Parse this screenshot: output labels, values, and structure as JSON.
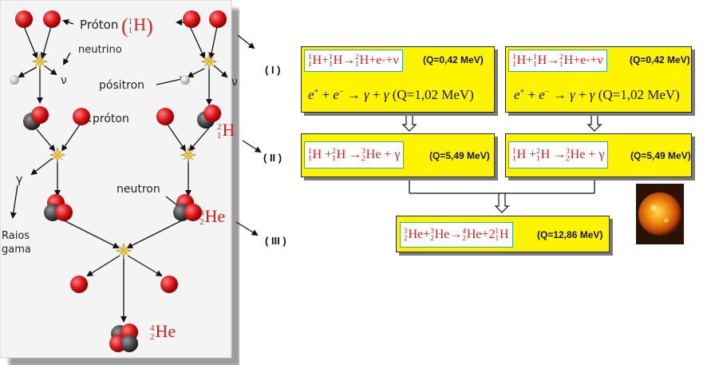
{
  "left": {
    "proton_label": "Próton",
    "neutrino_label": "neutrino",
    "nu_symbol": "ν",
    "positron_label": "pósitron",
    "proton_label_lower": "próton",
    "neutron_label": "neutron",
    "gamma_symbol": "γ",
    "gamma_rays_line1": "Raios",
    "gamma_rays_line2": "gama",
    "iso_h1": {
      "mass": "1",
      "z": "1",
      "sym": "H"
    },
    "iso_h2": {
      "mass": "2",
      "z": "1",
      "sym": "H"
    },
    "iso_he3": {
      "mass": "3",
      "z": "2",
      "sym": "He"
    },
    "iso_he4": {
      "mass": "4",
      "z": "2",
      "sym": "He"
    }
  },
  "stages": [
    "( I )",
    "( II )",
    "( III )"
  ],
  "right": {
    "q1": "(Q=0,42 MeV)",
    "q2": "(Q=5,49 MeV)",
    "q3": "(Q=12,86 MeV)",
    "annihilation": {
      "q": "(Q=1,02 MeV)"
    }
  },
  "colors": {
    "box_fill": "#fff400",
    "isotope_red": "#d6201c",
    "proton_red": "#d9161b",
    "neutron_gray": "#444444"
  },
  "icons": [
    "proton-ball",
    "neutron-ball",
    "positron-ball",
    "reaction-star",
    "sun-image"
  ]
}
